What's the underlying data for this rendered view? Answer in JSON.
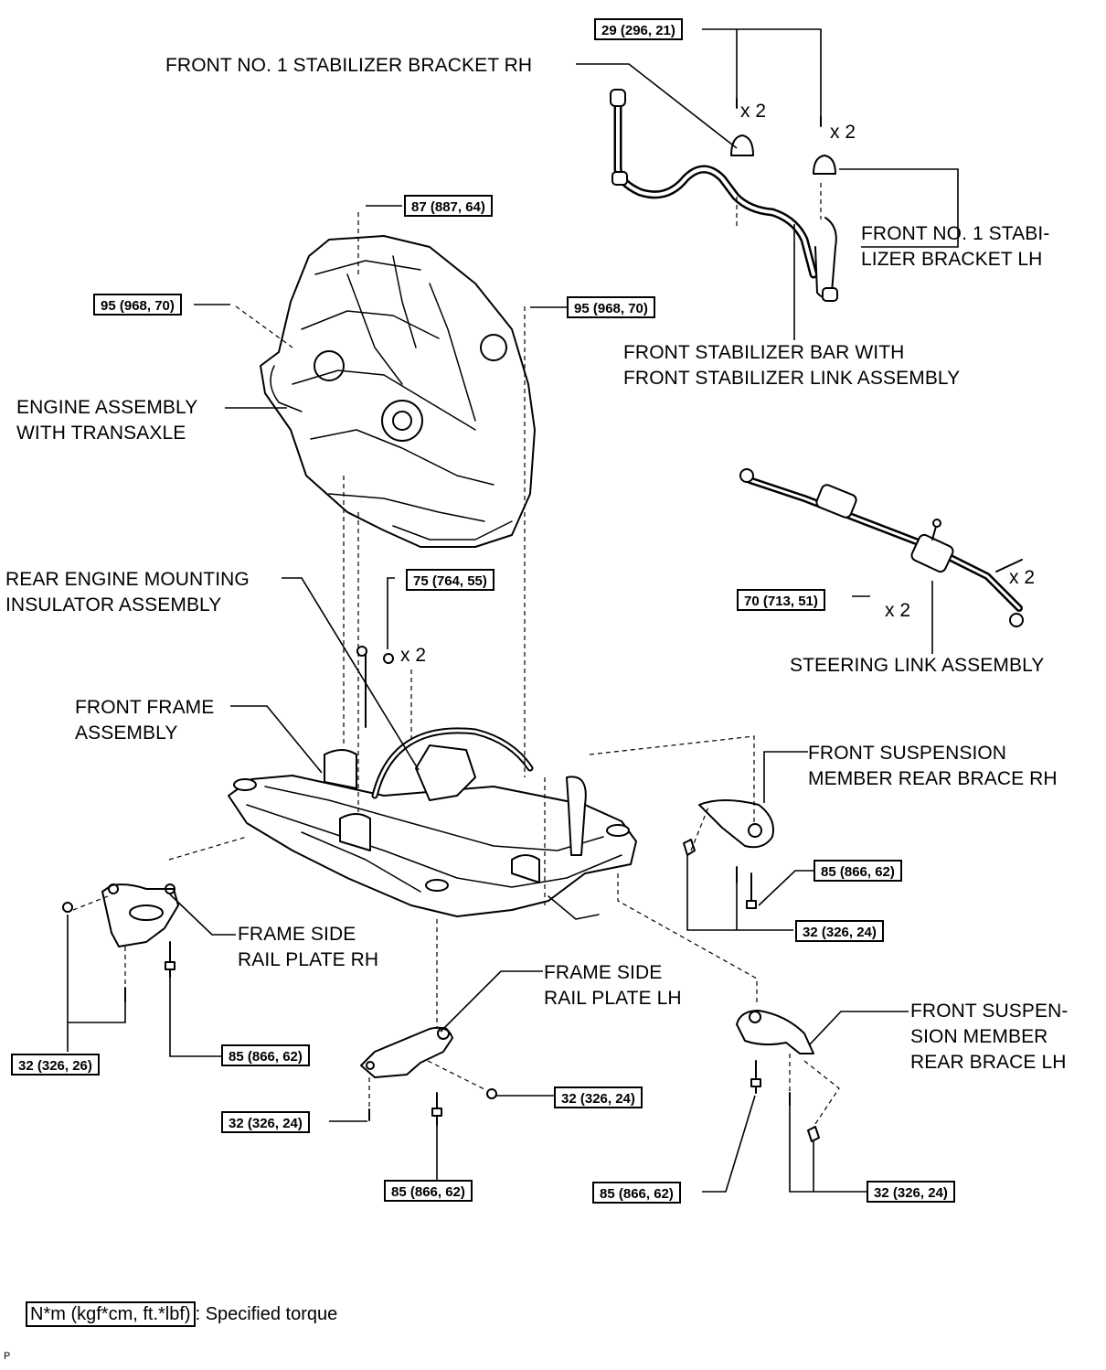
{
  "parts": {
    "stab_bracket_rh": [
      "FRONT NO. 1 STABILIZER BRACKET RH"
    ],
    "stab_bracket_lh": [
      "FRONT NO. 1 STABI-",
      "LIZER BRACKET LH"
    ],
    "stab_bar": [
      "FRONT STABILIZER BAR WITH",
      "FRONT STABILIZER LINK ASSEMBLY"
    ],
    "engine": [
      "ENGINE ASSEMBLY",
      "WITH TRANSAXLE"
    ],
    "rear_mount": [
      "REAR ENGINE MOUNTING",
      "INSULATOR ASSEMBLY"
    ],
    "steering": [
      "STEERING LINK ASSEMBLY"
    ],
    "front_frame": [
      "FRONT FRAME",
      "ASSEMBLY"
    ],
    "brace_rh": [
      "FRONT SUSPENSION",
      "MEMBER REAR BRACE RH"
    ],
    "side_plate_rh": [
      "FRAME SIDE",
      "RAIL PLATE RH"
    ],
    "side_plate_lh": [
      "FRAME SIDE",
      "RAIL PLATE LH"
    ],
    "brace_lh": [
      "FRONT SUSPEN-",
      "SION MEMBER",
      "REAR BRACE LH"
    ]
  },
  "torques": {
    "t1": "29 (296, 21)",
    "t2": "87 (887, 64)",
    "t3": "95 (968, 70)",
    "t4": "95 (968, 70)",
    "t5": "75 (764, 55)",
    "t6": "70 (713, 51)",
    "t7": "85 (866, 62)",
    "t8": "32 (326, 24)",
    "t9": "32 (326, 26)",
    "t10": "85 (866, 62)",
    "t11": "32 (326, 24)",
    "t12": "32 (326, 24)",
    "t13": "85 (866, 62)",
    "t14": "85 (866, 62)",
    "t15": "32 (326, 24)"
  },
  "quantities": {
    "q1": "x 2",
    "q2": "x 2",
    "q3": "x 2",
    "q4": "x 2",
    "q5": "x 2"
  },
  "legend": {
    "unit": "N*m (kgf*cm, ft.*lbf)",
    "description": ": Specified torque"
  },
  "corner_mark": "P"
}
